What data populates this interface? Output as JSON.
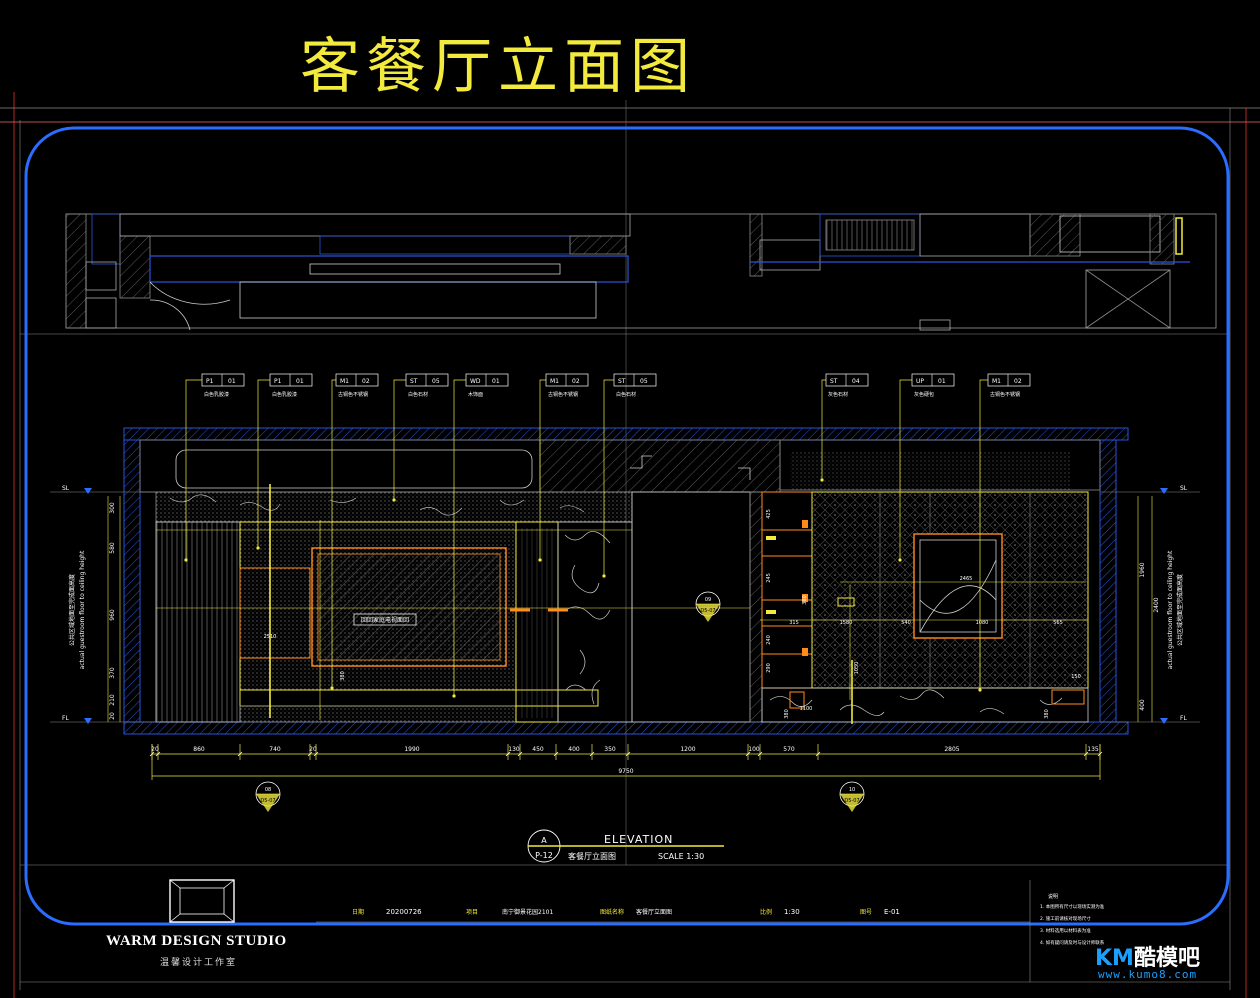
{
  "drawing": {
    "title": "客餐厅立面图",
    "elevation_label": "ELEVATION",
    "elevation_subtitle": "客餐厅立面图",
    "scale": "SCALE 1:30",
    "section_letter": "A",
    "section_sheet": "P-12",
    "total_width": "9750",
    "center_label": "回回家庭电视面回",
    "callouts": [
      {
        "code": "P1",
        "num": "01",
        "note": "白色乳胶漆"
      },
      {
        "code": "P1",
        "num": "01",
        "note": "白色乳胶漆"
      },
      {
        "code": "M1",
        "num": "02",
        "note": "古铜色不锈钢"
      },
      {
        "code": "ST",
        "num": "05",
        "note": "白色石材"
      },
      {
        "code": "WD",
        "num": "01",
        "note": "木饰面"
      },
      {
        "code": "M1",
        "num": "02",
        "note": "古铜色不锈钢"
      },
      {
        "code": "ST",
        "num": "05",
        "note": "白色石材"
      },
      {
        "code": "ST",
        "num": "04",
        "note": "灰色石材"
      },
      {
        "code": "UP",
        "num": "01",
        "note": "灰色硬包"
      },
      {
        "code": "M1",
        "num": "02",
        "note": "古铜色不锈钢"
      }
    ],
    "bottom_dims": [
      "20",
      "860",
      "740",
      "20",
      "1990",
      "130",
      "450",
      "400",
      "350",
      "1200",
      "100",
      "570",
      "2805",
      "135"
    ],
    "left_dims": [
      "300",
      "580",
      "960",
      "370",
      "210",
      "20"
    ],
    "right_dims": [
      "1960",
      "2400",
      "400"
    ],
    "cabinet_dims": [
      "425",
      "245",
      "380",
      "240",
      "290"
    ],
    "wall_dims": [
      "315",
      "1580",
      "540",
      "1080",
      "565"
    ],
    "inner_labels": [
      "2465",
      "2510",
      "1050",
      "1100",
      "380",
      "150",
      "380"
    ],
    "level_marks": [
      "SL",
      "FL"
    ],
    "side_text": "公共区域地面至完成面高度",
    "side_text_en": "actual guestroom floor to ceiling height",
    "detail_tags": [
      {
        "num": "08",
        "sheet": "D5-07"
      },
      {
        "num": "09",
        "sheet": "D5-07"
      },
      {
        "num": "10",
        "sheet": "D5-07"
      }
    ]
  },
  "title_block": {
    "studio_name": "WARM DESIGN STUDIO",
    "studio_cn": "温馨设计工作室",
    "date_label": "日期",
    "date": "20200726",
    "project_label": "项目",
    "project": "南宁御景花园2101",
    "drawing_label": "图纸名称",
    "drawing_name": "客餐厅立面图",
    "scale_label": "比例",
    "scale": "1:30",
    "sheet_label": "图号",
    "sheet": "E-01",
    "notes_title": "说明",
    "notes": [
      "1. 本图所有尺寸以现场实测为准",
      "2. 施工前请核对现场尺寸",
      "3. 材料选用以材料表为准",
      "4. 如有疑问请及时与设计师联系"
    ]
  },
  "watermark": {
    "brand_prefix": "KM",
    "brand": "酷模吧",
    "url": "www.kumo8.com"
  },
  "colors": {
    "background": "#000000",
    "frame_blue": "#2a6dff",
    "line_yellow": "#f2ea3c",
    "line_orange": "#ff8c1a",
    "line_gray": "#8c8c8c",
    "line_white": "#ffffff",
    "hatch_gray": "#6a6a6a"
  }
}
